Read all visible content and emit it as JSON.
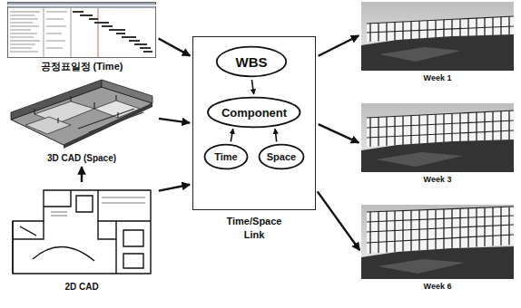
{
  "diagram": {
    "nodes": [
      {
        "text": [
          "공정표일정 (Time)"
        ]
      },
      {
        "text": [
          "3D CAD (Space)"
        ]
      },
      {
        "text": [
          "2D CAD"
        ]
      },
      {
        "text": [
          "Time/Space Link"
        ]
      },
      {
        "text": [
          "WBS"
        ],
        "in": 3
      },
      {
        "text": [
          "Component"
        ],
        "in": 3
      },
      {
        "text": [
          "Time"
        ],
        "in": 3
      },
      {
        "text": [
          "Space"
        ],
        "in": 3
      },
      {
        "text": [
          "Week 1"
        ]
      },
      {
        "text": [
          "Week 3"
        ]
      },
      {
        "text": [
          "Week 6"
        ]
      }
    ],
    "edges": [
      {
        "from": 0,
        "to": 3,
        "arrow": "to"
      },
      {
        "from": 1,
        "to": 3,
        "arrow": "to"
      },
      {
        "from": 2,
        "to": 3,
        "arrow": "to"
      },
      {
        "from": 2,
        "to": 1,
        "arrow": "to"
      },
      {
        "from": 4,
        "to": 5,
        "arrow": "to"
      },
      {
        "from": 6,
        "to": 5,
        "arrow": "to"
      },
      {
        "from": 7,
        "to": 5,
        "arrow": "to"
      },
      {
        "from": 3,
        "to": 8,
        "arrow": "to"
      },
      {
        "from": 3,
        "to": 9,
        "arrow": "to"
      },
      {
        "from": 3,
        "to": 10,
        "arrow": "to"
      }
    ]
  }
}
